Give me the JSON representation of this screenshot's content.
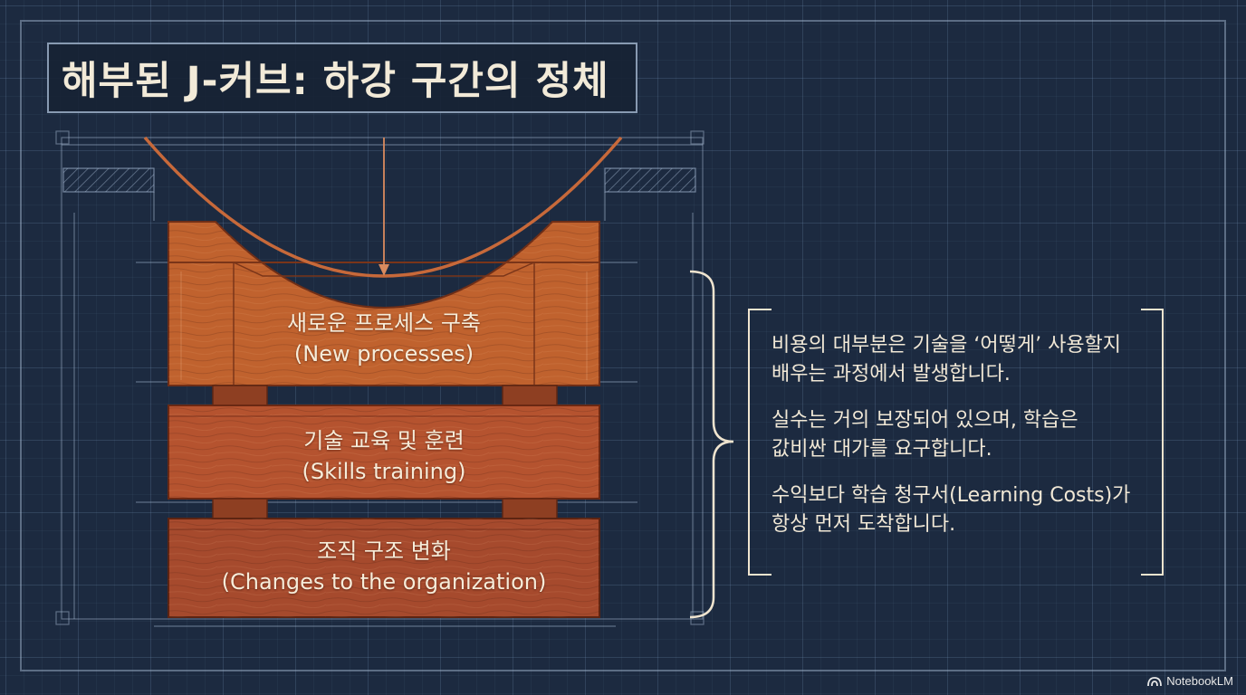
{
  "title": "해부된 J-커브: 하강 구간의 정체",
  "blocks": [
    {
      "ko": "새로운 프로세스 구축",
      "en": "(New processes)"
    },
    {
      "ko": "기술 교육 및 훈련",
      "en": "(Skills training)"
    },
    {
      "ko": "조직 구조 변화",
      "en": "(Changes to the organization)"
    }
  ],
  "explanation": [
    {
      "line1": "비용의 대부분은 기술을 ‘어떻게’ 사용할지",
      "line2": "배우는 과정에서 발생합니다."
    },
    {
      "line1": "실수는 거의 보장되어 있으며, 학습은",
      "line2": "값비싼 대가를 요구합니다."
    },
    {
      "line1": "수익보다 학습 청구서(Learning Costs)가",
      "line2": "항상 먼저 도착합니다."
    }
  ],
  "watermark": "NotebookLM",
  "colors": {
    "background": "#1c2a40",
    "block_top": "#c0622e",
    "block_middle": "#b5532f",
    "block_bottom": "#a64a2d",
    "curve": "#c7693a",
    "text": "#f1e8d6"
  }
}
